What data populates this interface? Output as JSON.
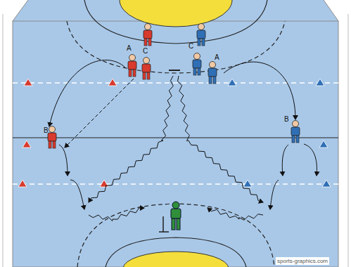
{
  "diagram": {
    "labels": [
      "A",
      "C",
      "C",
      "A",
      "B",
      "B",
      "sports-graphics.com"
    ]
  }
}
